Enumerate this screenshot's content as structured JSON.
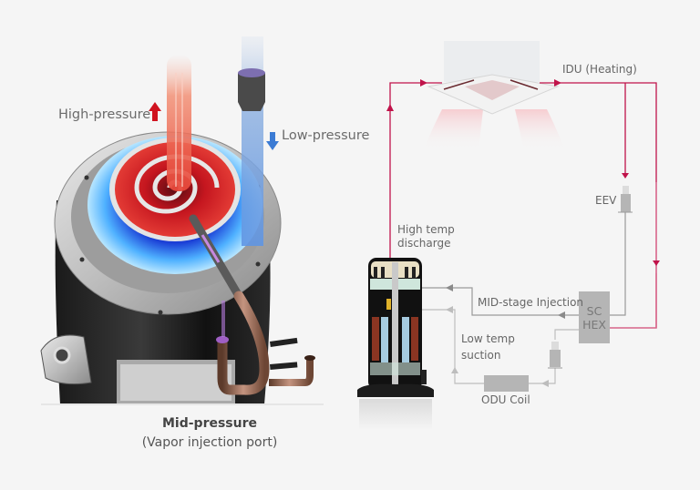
{
  "compressor_illustration": {
    "high_pressure_label": "High-pressure",
    "low_pressure_label": "Low-pressure",
    "caption_title": "Mid-pressure",
    "caption_subtitle": "(Vapor injection port)",
    "icons": {
      "high_arrow": "arrow-up-red",
      "low_arrow": "arrow-down-blue"
    }
  },
  "cycle_diagram": {
    "idu_label": "IDU (Heating)",
    "eev_label": "EEV",
    "discharge_label": [
      "High temp",
      "discharge"
    ],
    "mid_injection_label": "MID-stage Injection",
    "schex_label": [
      "SC",
      "HEX"
    ],
    "suction_label": [
      "Low temp",
      "suction"
    ],
    "odu_label": "ODU Coil"
  },
  "colors": {
    "background": "#f5f5f5",
    "hot_line": "#c0134a",
    "hot_line_light": "#d96a8e",
    "cold_line": "#9a9a9a",
    "light_line": "#bdbdbd",
    "high_arrow": "#d0131f",
    "low_arrow": "#3b7bd4",
    "component_gray": "#b5b5b5"
  }
}
